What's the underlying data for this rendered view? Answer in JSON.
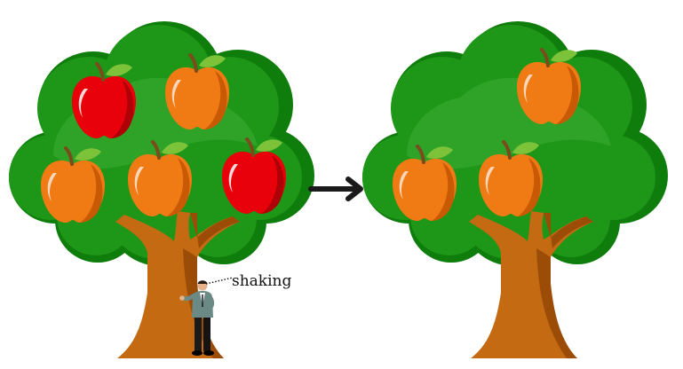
{
  "annotation": {
    "label": "shaking"
  },
  "colors": {
    "foliage_light": "#33a52c",
    "foliage_mid": "#1e9617",
    "foliage_dark": "#0f7d0c",
    "trunk_main": "#c46a12",
    "trunk_shadow": "#9b4d08",
    "apple_red": "#e8000a",
    "apple_red_dark": "#b00007",
    "apple_orange": "#f07a14",
    "apple_orange_dark": "#c85a05",
    "leaf_green": "#7cc33a",
    "stem_brown": "#7a4b1b",
    "arrow": "#1a1a1a"
  },
  "trees": [
    {
      "name": "before-shaking",
      "apples": [
        {
          "name": "red-apple-top-left",
          "kind": "red"
        },
        {
          "name": "orange-apple-top-right",
          "kind": "orange"
        },
        {
          "name": "orange-apple-mid-left",
          "kind": "orange"
        },
        {
          "name": "orange-apple-mid-center",
          "kind": "orange"
        },
        {
          "name": "red-apple-mid-right",
          "kind": "red"
        }
      ]
    },
    {
      "name": "after-shaking",
      "apples": [
        {
          "name": "orange-apple-top-right",
          "kind": "orange"
        },
        {
          "name": "orange-apple-mid-left",
          "kind": "orange"
        },
        {
          "name": "orange-apple-mid-center",
          "kind": "orange"
        }
      ]
    }
  ],
  "figure": {
    "name": "man-in-suit"
  }
}
